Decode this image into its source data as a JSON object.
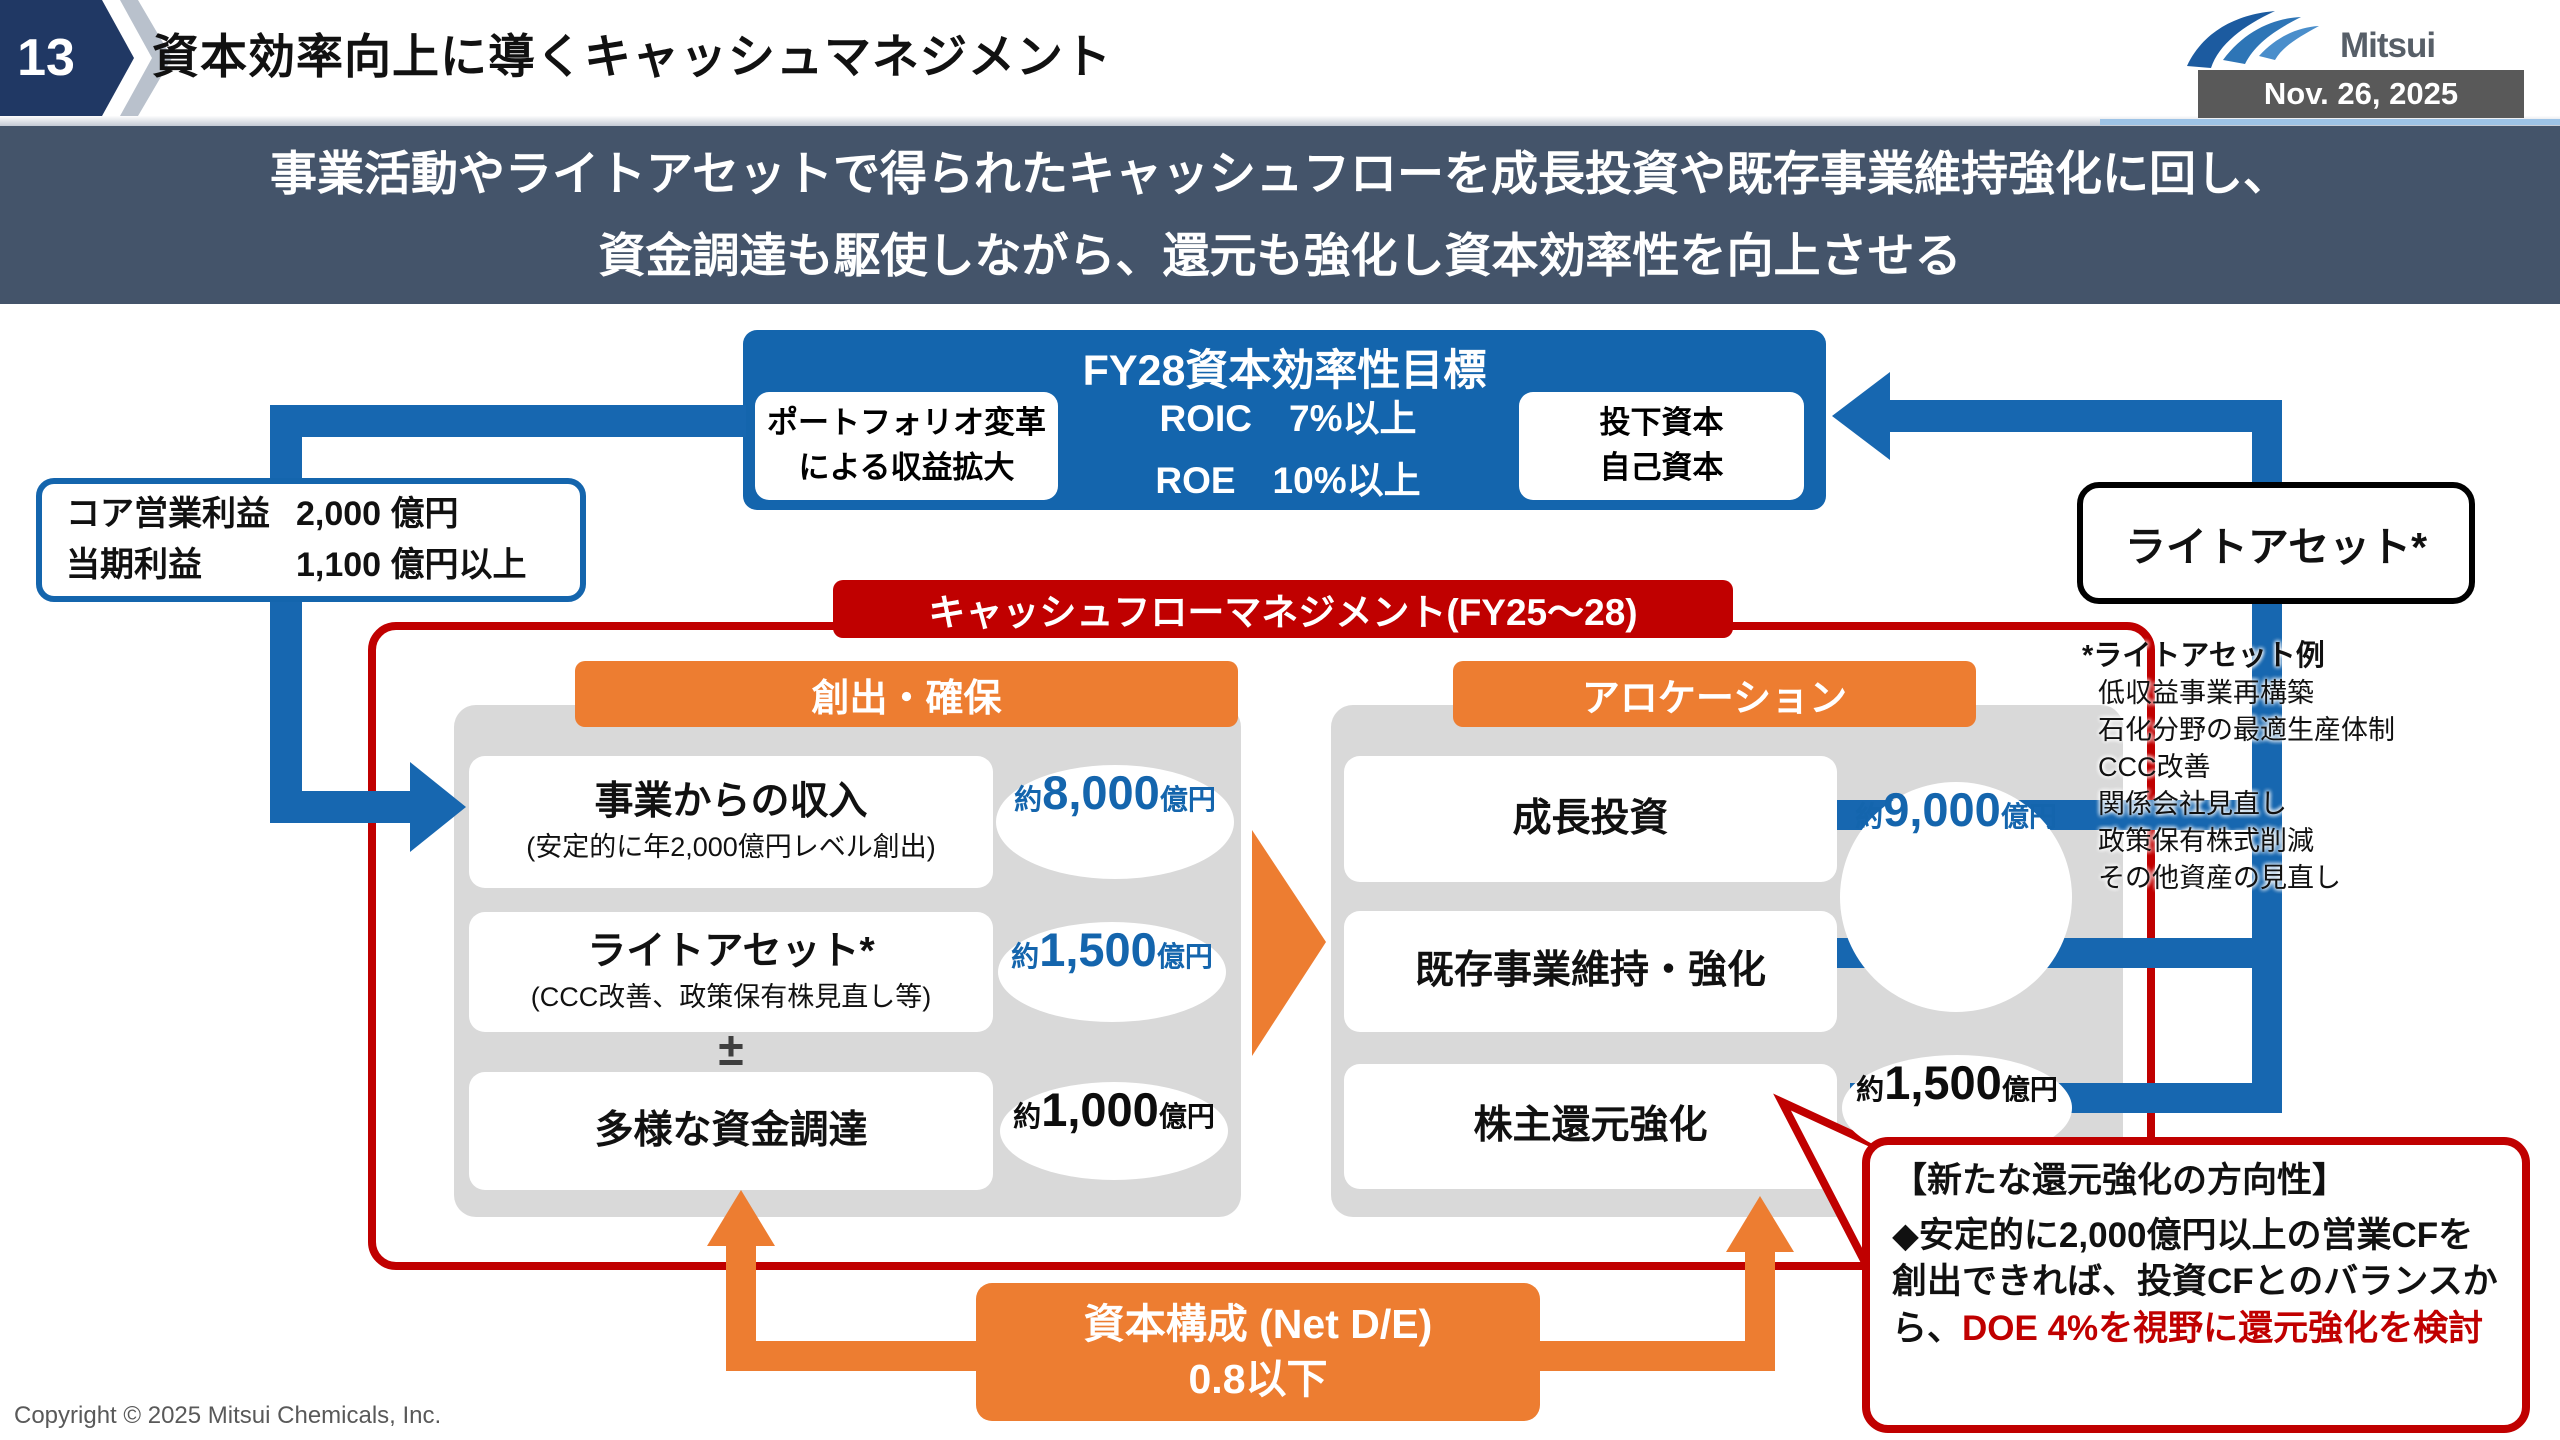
{
  "slide": {
    "number": "13",
    "title": "資本効率向上に導くキャッシュマネジメント",
    "logo_text": "Mitsui Chemicals",
    "date": "Nov. 26, 2025",
    "footer": "Copyright © 2025 Mitsui Chemicals, Inc.",
    "banner_line1": "事業活動やライトアセットで得られたキャッシュフローを成長投資や既存事業維持強化に回し、",
    "banner_line2": "資金調達も駆使しながら、還元も強化し資本効率性を向上させる"
  },
  "fy28": {
    "title": "FY28資本効率性目標",
    "left_box_line1": "ポートフォリオ変革",
    "left_box_line2": "による収益拡大",
    "roic": "ROIC　7%以上",
    "roe": "ROE　10%以上",
    "right_box_line1": "投下資本",
    "right_box_line2": "自己資本"
  },
  "profit_box": {
    "rows": [
      {
        "label": "コア営業利益",
        "value": "2,000 億円"
      },
      {
        "label": "当期利益",
        "value": "1,100 億円以上"
      }
    ]
  },
  "light_asset_box": "ライトアセット*",
  "light_asset_note": {
    "title": "*ライトアセット例",
    "items": [
      "低収益事業再構築",
      "石化分野の最適生産体制",
      "CCC改善",
      "関係会社見直し",
      "政策保有株式削減",
      "その他資産の見直し"
    ]
  },
  "cf_banner": "キャッシュフローマネジメント(FY25～28)",
  "left_panel": {
    "header": "創出・確保",
    "plus_minus": "±",
    "items": [
      {
        "title": "事業からの収入",
        "subtitle": "(安定的に年2,000億円レベル創出)",
        "amount_prefix": "約",
        "amount": "8,000",
        "amount_suffix": "億円"
      },
      {
        "title": "ライトアセット*",
        "subtitle": "(CCC改善、政策保有株見直し等)",
        "amount_prefix": "約",
        "amount": "1,500",
        "amount_suffix": "億円"
      },
      {
        "title": "多様な資金調達",
        "subtitle": "",
        "amount_prefix": "約",
        "amount": "1,000",
        "amount_suffix": "億円"
      }
    ]
  },
  "right_panel": {
    "header": "アロケーション",
    "items": [
      {
        "title": "成長投資"
      },
      {
        "title": "既存事業維持・強化"
      },
      {
        "title": "株主還元強化"
      }
    ],
    "amount_invest": {
      "prefix": "約",
      "value": "9,000",
      "suffix": "億円"
    },
    "amount_return": {
      "prefix": "約",
      "value": "1,500",
      "suffix": "億円"
    }
  },
  "capital_box": {
    "line1": "資本構成 (Net D/E)",
    "line2": "0.8以下"
  },
  "callout": {
    "heading": "【新たな還元強化の方向性】",
    "body_black": "◆安定的に2,000億円以上の営業CFを創出できれば、投資CFとのバランスから、",
    "body_red": "DOE 4%を視野に還元強化を検討"
  },
  "colors": {
    "blue": "#1465ad",
    "orange": "#ED7D31",
    "red": "#C00000",
    "panel_gray": "#D9D9D9",
    "banner_slate": "#44546A",
    "navy": "#203864",
    "date_gray": "#595959"
  }
}
